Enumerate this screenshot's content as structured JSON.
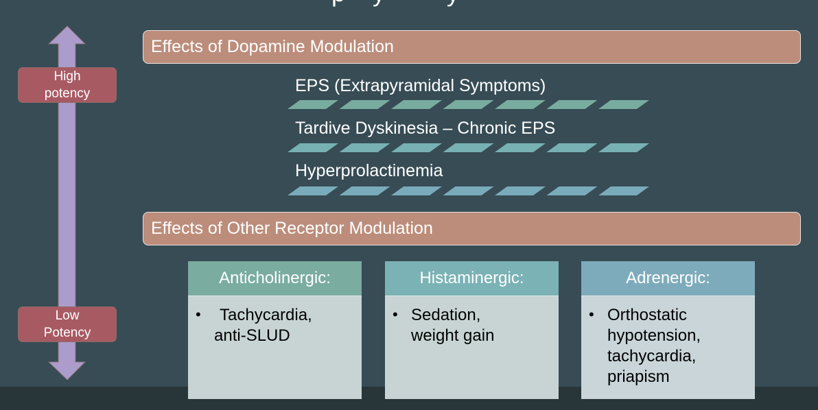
{
  "slide": {
    "title_fragment": "py y",
    "colors": {
      "background": "#374c55",
      "footer": "#283539",
      "section_header": "#bc8d7b",
      "potency_label": "#a85a63",
      "arrow": "#ab9ccb",
      "stripe_row_1": "#78ac9f",
      "stripe_row_2": "#78b1b4",
      "stripe_row_3": "#7aabbb"
    }
  },
  "potency_scale": {
    "high_label": "High potency",
    "high_line1": "High",
    "high_line2": "potency",
    "low_label": "Low Potency",
    "low_line1": "Low",
    "low_line2": "Potency"
  },
  "dopamine_section": {
    "header": "Effects of Dopamine Modulation",
    "effects": [
      "EPS (Extrapyramidal Symptoms)",
      "Tardive Dyskinesia – Chronic EPS",
      "Hyperprolactinemia"
    ]
  },
  "other_section": {
    "header": "Effects of Other Receptor Modulation",
    "cards": [
      {
        "title": "Anticholinergic:",
        "bullet": "•",
        "lines": [
          "Tachycardia,",
          "anti-SLUD"
        ]
      },
      {
        "title": "Histaminergic:",
        "bullet": "•",
        "lines": [
          "Sedation,",
          "weight gain"
        ]
      },
      {
        "title": "Adrenergic:",
        "bullet": "•",
        "lines": [
          "Orthostatic",
          "hypotension,",
          "tachycardia,",
          "priapism"
        ]
      }
    ]
  }
}
